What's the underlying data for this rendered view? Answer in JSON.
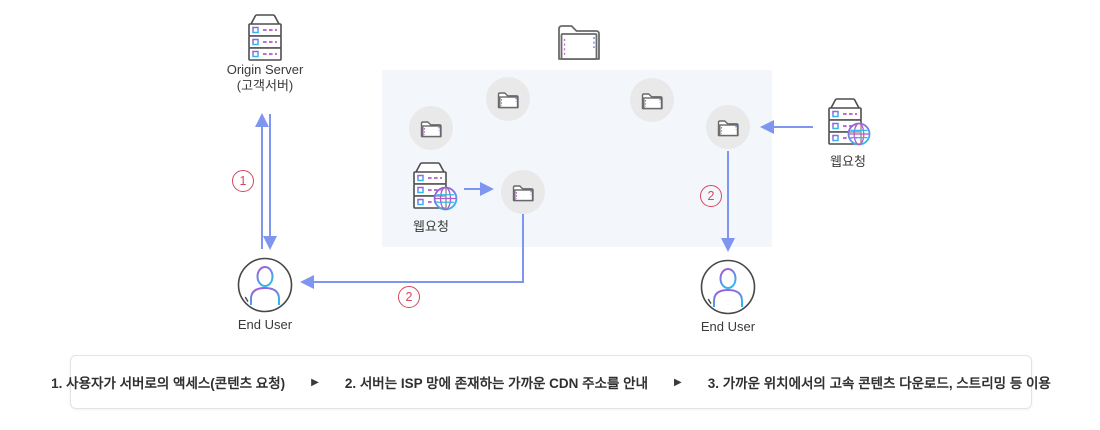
{
  "nodes": {
    "origin_server": {
      "title": "Origin Server",
      "subtitle": "(고객서버)"
    },
    "web_request_center": {
      "label": "웹요청"
    },
    "web_request_right": {
      "label": "웹요청"
    },
    "end_user_left": {
      "label": "End User"
    },
    "end_user_right": {
      "label": "End User"
    }
  },
  "badges": {
    "step1": "1",
    "step2_left": "2",
    "step2_right": "2"
  },
  "legend": {
    "separator": "▶",
    "steps": [
      "1. 사용자가 서버로의 액세스(콘텐츠 요청)",
      "2. 서버는 ISP 망에 존재하는 가까운 CDN 주소를 안내",
      "3. 가까운 위치에서의 고속 콘텐츠 다운로드, 스트리밍 등 이용"
    ]
  },
  "colors": {
    "arrow": "#7f96f0",
    "badge": "#d6465f",
    "isp_zone_bg": "#f3f7fb",
    "icon_outline": "#4d4d4d",
    "accent_purple": "#a855d8",
    "accent_cyan": "#35b5ee",
    "folder_bubble": "#e9e9e9"
  }
}
